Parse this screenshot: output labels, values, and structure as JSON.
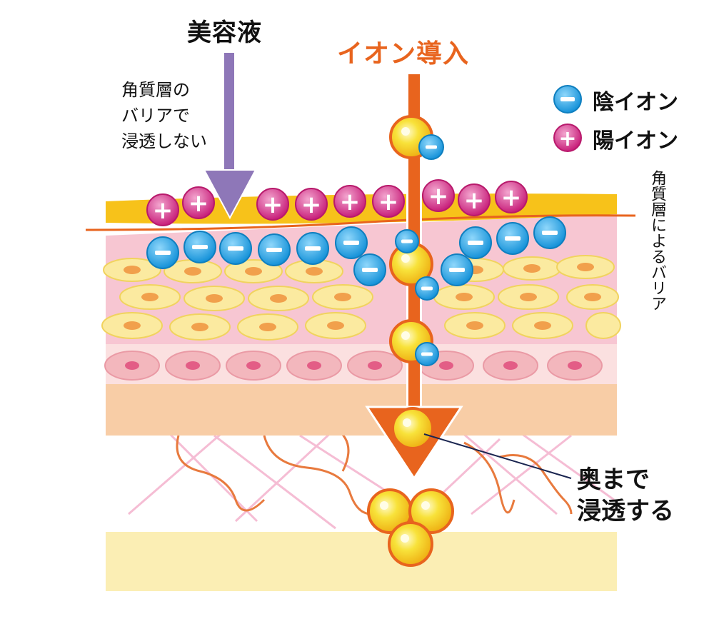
{
  "labels": {
    "serum": "美容液",
    "ion_introduction": "イオン導入",
    "no_penetration": [
      "角質層の",
      "バリアで",
      "浸透しない"
    ],
    "barrier_label": "角質層によるバリア",
    "deep_penetration": [
      "奥まで",
      "浸透する"
    ]
  },
  "legend": [
    {
      "symbol": "−",
      "label": "陰イオン",
      "color": "#1ea2e6"
    },
    {
      "symbol": "+",
      "label": "陽イオン",
      "color": "#d9338a"
    }
  ],
  "colors": {
    "serum_arrow": "#8e77b8",
    "ion_arrow": "#e8641e",
    "stratum_corneum": "#f7c21a",
    "epidermis": "#f7c6d2",
    "dermis": "#f8cda6",
    "subcutis": "#fbeeb4",
    "anion": "#1ea2e6",
    "cation": "#d9338a",
    "ingredient": "#f4d21a"
  }
}
